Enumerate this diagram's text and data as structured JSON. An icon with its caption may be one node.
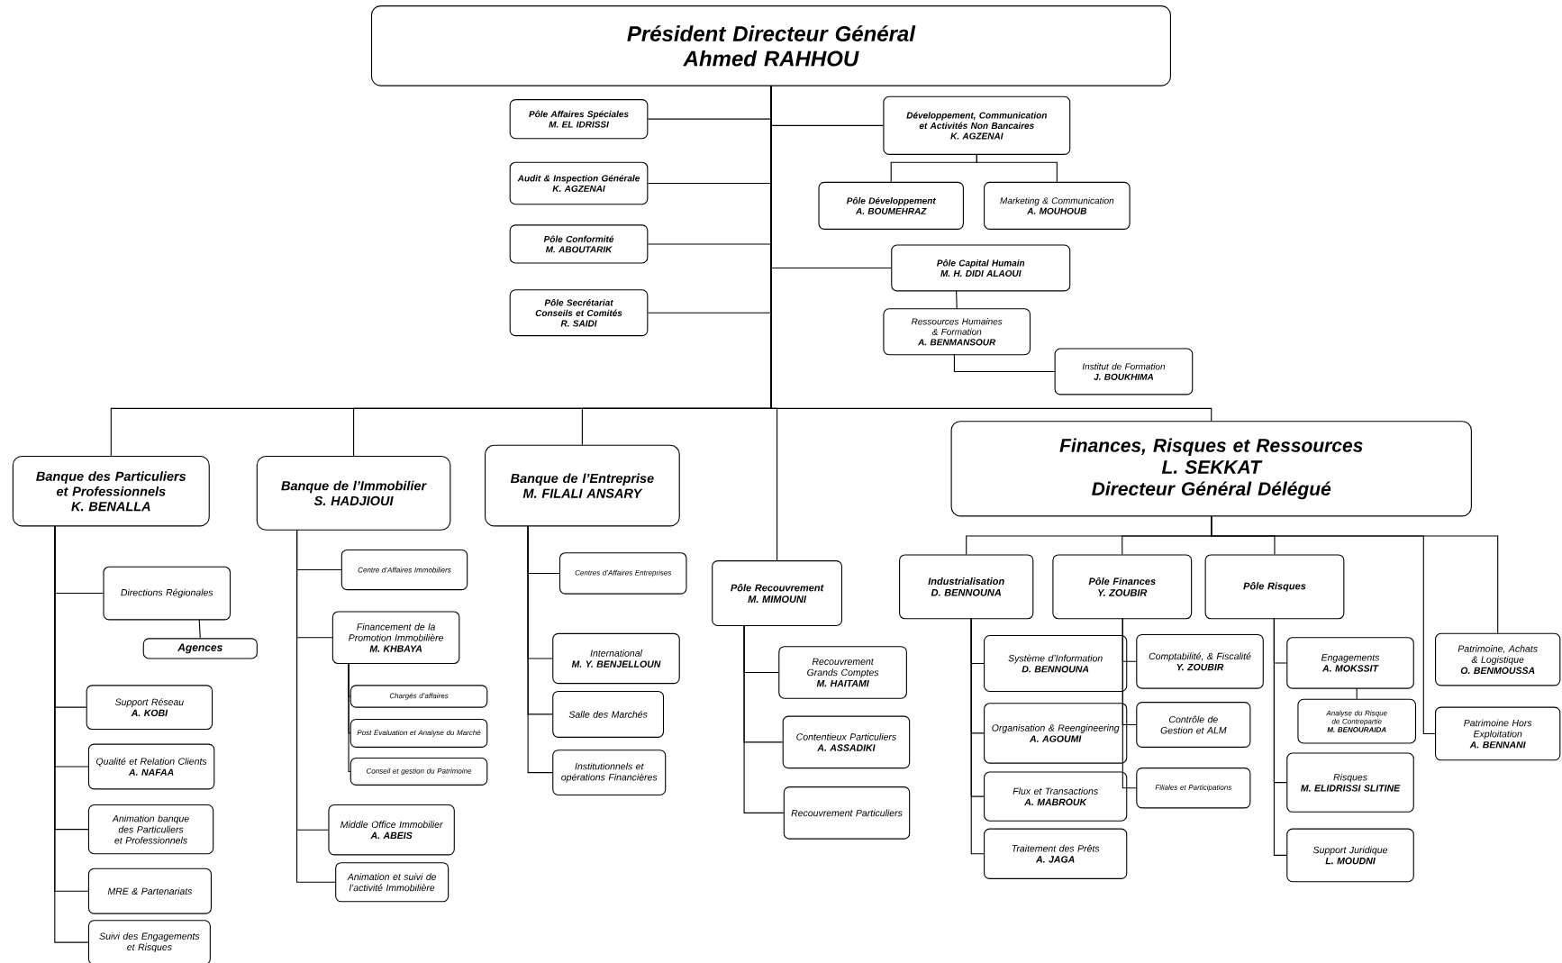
{
  "diagram": {
    "nodes": [
      {
        "text": [
          "Président Directeur Général",
          "Ahmed RAHHOU"
        ]
      },
      {
        "text": [
          "Pôle Affaires Spéciales",
          "M. EL IDRISSI"
        ]
      },
      {
        "text": [
          "Audit & Inspection Générale",
          "K. AGZENAI"
        ]
      },
      {
        "text": [
          "Pôle Conformité",
          "M. ABOUTARIK"
        ]
      },
      {
        "text": [
          "Pôle Secrétariat Conseils et Comités",
          "R. SAIDI"
        ]
      },
      {
        "text": [
          "Développement, Communication et Activités Non Bancaires",
          "K. AGZENAI"
        ]
      },
      {
        "text": [
          "Pôle Développement",
          "A. BOUMEHRAZ"
        ]
      },
      {
        "text": [
          "Marketing & Communication",
          "A. MOUHOUB"
        ]
      },
      {
        "text": [
          "Pôle Capital Humain",
          "M. H. DIDI ALAOUI"
        ]
      },
      {
        "text": [
          "Ressources Humaines & Formation",
          "A. BENMANSOUR"
        ]
      },
      {
        "text": [
          "Institut de Formation",
          "J. BOUKHIMA"
        ]
      },
      {
        "text": [
          "Banque des Particuliers et Professionnels",
          "K. BENALLA"
        ]
      },
      {
        "text": [
          "Banque de l’Immobilier",
          "S. HADJIOUI"
        ]
      },
      {
        "text": [
          "Banque de l’Entreprise",
          "M. FILALI ANSARY"
        ]
      },
      {
        "text": [
          "Pôle Recouvrement",
          "M. MIMOUNI"
        ]
      },
      {
        "text": [
          "Finances, Risques et Ressources",
          "L. SEKKAT",
          "Directeur Général Délégué"
        ]
      },
      {
        "text": [
          "Directions Régionales"
        ]
      },
      {
        "text": [
          "Agences"
        ]
      },
      {
        "text": [
          "Support Réseau",
          "A. KOBI"
        ]
      },
      {
        "text": [
          "Qualité et Relation Clients",
          "A. NAFAA"
        ]
      },
      {
        "text": [
          "Animation banque des Particuliers et Professionnels"
        ]
      },
      {
        "text": [
          "MRE & Partenariats"
        ]
      },
      {
        "text": [
          "Suivi des Engagements et Risques"
        ]
      },
      {
        "text": [
          "Centre d’Affaires Immobiliers"
        ]
      },
      {
        "text": [
          "Financement de la Promotion Immobilière",
          "M. KHBAYA"
        ]
      },
      {
        "text": [
          "Chargés d’affaires"
        ]
      },
      {
        "text": [
          "Post Evaluation et Analyse du Marché"
        ]
      },
      {
        "text": [
          "Conseil et gestion du Patrimoine"
        ]
      },
      {
        "text": [
          "Middle Office Immobilier",
          "A. ABEIS"
        ]
      },
      {
        "text": [
          "Animation et suivi de l’activité Immobilière"
        ]
      },
      {
        "text": [
          "Centres d’Affaires Entreprises"
        ]
      },
      {
        "text": [
          "International",
          "M. Y. BENJELLOUN"
        ]
      },
      {
        "text": [
          "Salle des Marchés"
        ]
      },
      {
        "text": [
          "Institutionnels et opérations Financières"
        ]
      },
      {
        "text": [
          "Recouvrement Grands Comptes",
          "M. HAITAMI"
        ]
      },
      {
        "text": [
          "Contentieux Particuliers",
          "A. ASSADIKI"
        ]
      },
      {
        "text": [
          "Recouvrement Particuliers"
        ]
      },
      {
        "text": [
          "Industrialisation",
          "D. BENNOUNA"
        ]
      },
      {
        "text": [
          "Pôle Finances",
          "Y. ZOUBIR"
        ]
      },
      {
        "text": [
          "Pôle Risques"
        ]
      },
      {
        "text": [
          "Système d’Information",
          "D. BENNOUNA"
        ]
      },
      {
        "text": [
          "Organisation & Reengineering",
          "A. AGOUMI"
        ]
      },
      {
        "text": [
          "Flux et Transactions",
          "A. MABROUK"
        ]
      },
      {
        "text": [
          "Traitement des Prêts",
          "A. JAGA"
        ]
      },
      {
        "text": [
          "Comptabilité, & Fiscalité",
          "Y. ZOUBIR"
        ]
      },
      {
        "text": [
          "Contrôle de Gestion et ALM"
        ]
      },
      {
        "text": [
          "Filiales et Participations"
        ]
      },
      {
        "text": [
          "Engagements",
          "A. MOKSSIT"
        ]
      },
      {
        "text": [
          "Analyse du Risque de Contrepartie",
          "M. BENOURAIDA"
        ]
      },
      {
        "text": [
          "Risques",
          "M. ELIDRISSI SLITINE"
        ]
      },
      {
        "text": [
          "Support Juridique",
          "L. MOUDNI"
        ]
      },
      {
        "text": [
          "Patrimoine, Achats & Logistique",
          "O. BENMOUSSA"
        ]
      },
      {
        "text": [
          "Patrimoine Hors Exploitation",
          "A. BENNANI"
        ]
      }
    ],
    "edges": [
      {
        "from": 0,
        "to": 1,
        "arrow": "none"
      },
      {
        "from": 0,
        "to": 2,
        "arrow": "none"
      },
      {
        "from": 0,
        "to": 3,
        "arrow": "none"
      },
      {
        "from": 0,
        "to": 4,
        "arrow": "none"
      },
      {
        "from": 0,
        "to": 5,
        "arrow": "none"
      },
      {
        "from": 0,
        "to": 8,
        "arrow": "none"
      },
      {
        "from": 5,
        "to": 6,
        "arrow": "none"
      },
      {
        "from": 5,
        "to": 7,
        "arrow": "none"
      },
      {
        "from": 8,
        "to": 9,
        "arrow": "none"
      },
      {
        "from": 9,
        "to": 10,
        "arrow": "none"
      },
      {
        "from": 0,
        "to": 11,
        "arrow": "none"
      },
      {
        "from": 0,
        "to": 12,
        "arrow": "none"
      },
      {
        "from": 0,
        "to": 13,
        "arrow": "none"
      },
      {
        "from": 0,
        "to": 14,
        "arrow": "none"
      },
      {
        "from": 0,
        "to": 15,
        "arrow": "none"
      },
      {
        "from": 11,
        "to": 16,
        "arrow": "none"
      },
      {
        "from": 16,
        "to": 17,
        "arrow": "none"
      },
      {
        "from": 11,
        "to": 18,
        "arrow": "none"
      },
      {
        "from": 11,
        "to": 19,
        "arrow": "none"
      },
      {
        "from": 11,
        "to": 20,
        "arrow": "none"
      },
      {
        "from": 11,
        "to": 21,
        "arrow": "none"
      },
      {
        "from": 11,
        "to": 22,
        "arrow": "none"
      },
      {
        "from": 12,
        "to": 23,
        "arrow": "none"
      },
      {
        "from": 12,
        "to": 24,
        "arrow": "none"
      },
      {
        "from": 24,
        "to": 25,
        "arrow": "none"
      },
      {
        "from": 24,
        "to": 26,
        "arrow": "none"
      },
      {
        "from": 24,
        "to": 27,
        "arrow": "none"
      },
      {
        "from": 12,
        "to": 28,
        "arrow": "none"
      },
      {
        "from": 12,
        "to": 29,
        "arrow": "none"
      },
      {
        "from": 13,
        "to": 30,
        "arrow": "none"
      },
      {
        "from": 13,
        "to": 31,
        "arrow": "none"
      },
      {
        "from": 13,
        "to": 32,
        "arrow": "none"
      },
      {
        "from": 13,
        "to": 33,
        "arrow": "none"
      },
      {
        "from": 14,
        "to": 34,
        "arrow": "none"
      },
      {
        "from": 14,
        "to": 35,
        "arrow": "none"
      },
      {
        "from": 14,
        "to": 36,
        "arrow": "none"
      },
      {
        "from": 15,
        "to": 37,
        "arrow": "none"
      },
      {
        "from": 15,
        "to": 38,
        "arrow": "none"
      },
      {
        "from": 15,
        "to": 39,
        "arrow": "none"
      },
      {
        "from": 15,
        "to": 51,
        "arrow": "none"
      },
      {
        "from": 15,
        "to": 52,
        "arrow": "none"
      },
      {
        "from": 37,
        "to": 40,
        "arrow": "none"
      },
      {
        "from": 37,
        "to": 41,
        "arrow": "none"
      },
      {
        "from": 37,
        "to": 42,
        "arrow": "none"
      },
      {
        "from": 37,
        "to": 43,
        "arrow": "none"
      },
      {
        "from": 38,
        "to": 44,
        "arrow": "none"
      },
      {
        "from": 38,
        "to": 45,
        "arrow": "none"
      },
      {
        "from": 38,
        "to": 46,
        "arrow": "none"
      },
      {
        "from": 39,
        "to": 47,
        "arrow": "none"
      },
      {
        "from": 47,
        "to": 48,
        "arrow": "none"
      },
      {
        "from": 39,
        "to": 49,
        "arrow": "none"
      },
      {
        "from": 39,
        "to": 50,
        "arrow": "none"
      }
    ]
  }
}
